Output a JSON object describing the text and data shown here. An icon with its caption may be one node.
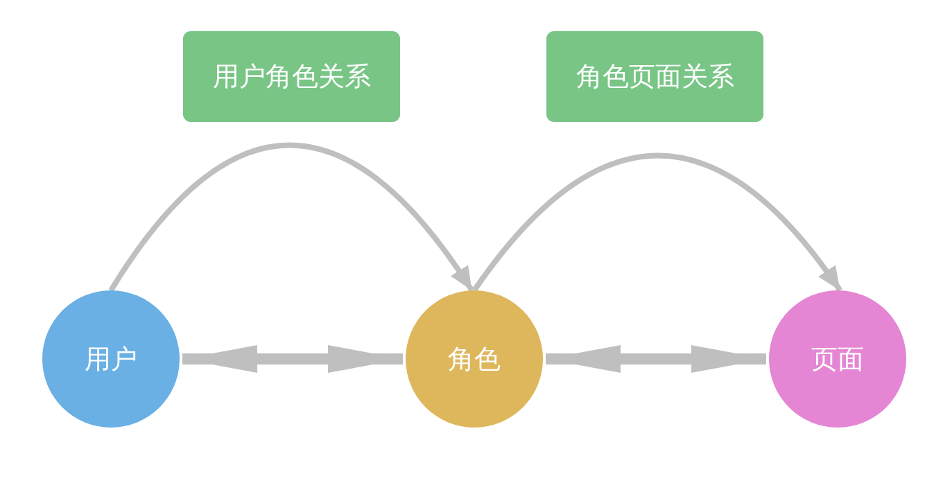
{
  "diagram": {
    "nodes": [
      {
        "text": [
          "用户角色关系"
        ]
      },
      {
        "text": [
          "角色页面关系"
        ]
      },
      {
        "text": [
          "用户"
        ]
      },
      {
        "text": [
          "角色"
        ]
      },
      {
        "text": [
          "页面"
        ]
      }
    ],
    "edges": [
      {
        "from": 2,
        "to": 3,
        "arrow": "to"
      },
      {
        "from": 3,
        "to": 4,
        "arrow": "to"
      },
      {
        "from": 2,
        "to": 3,
        "arrow": "both",
        "style": "thick"
      },
      {
        "from": 3,
        "to": 4,
        "arrow": "both",
        "style": "thick"
      }
    ]
  }
}
